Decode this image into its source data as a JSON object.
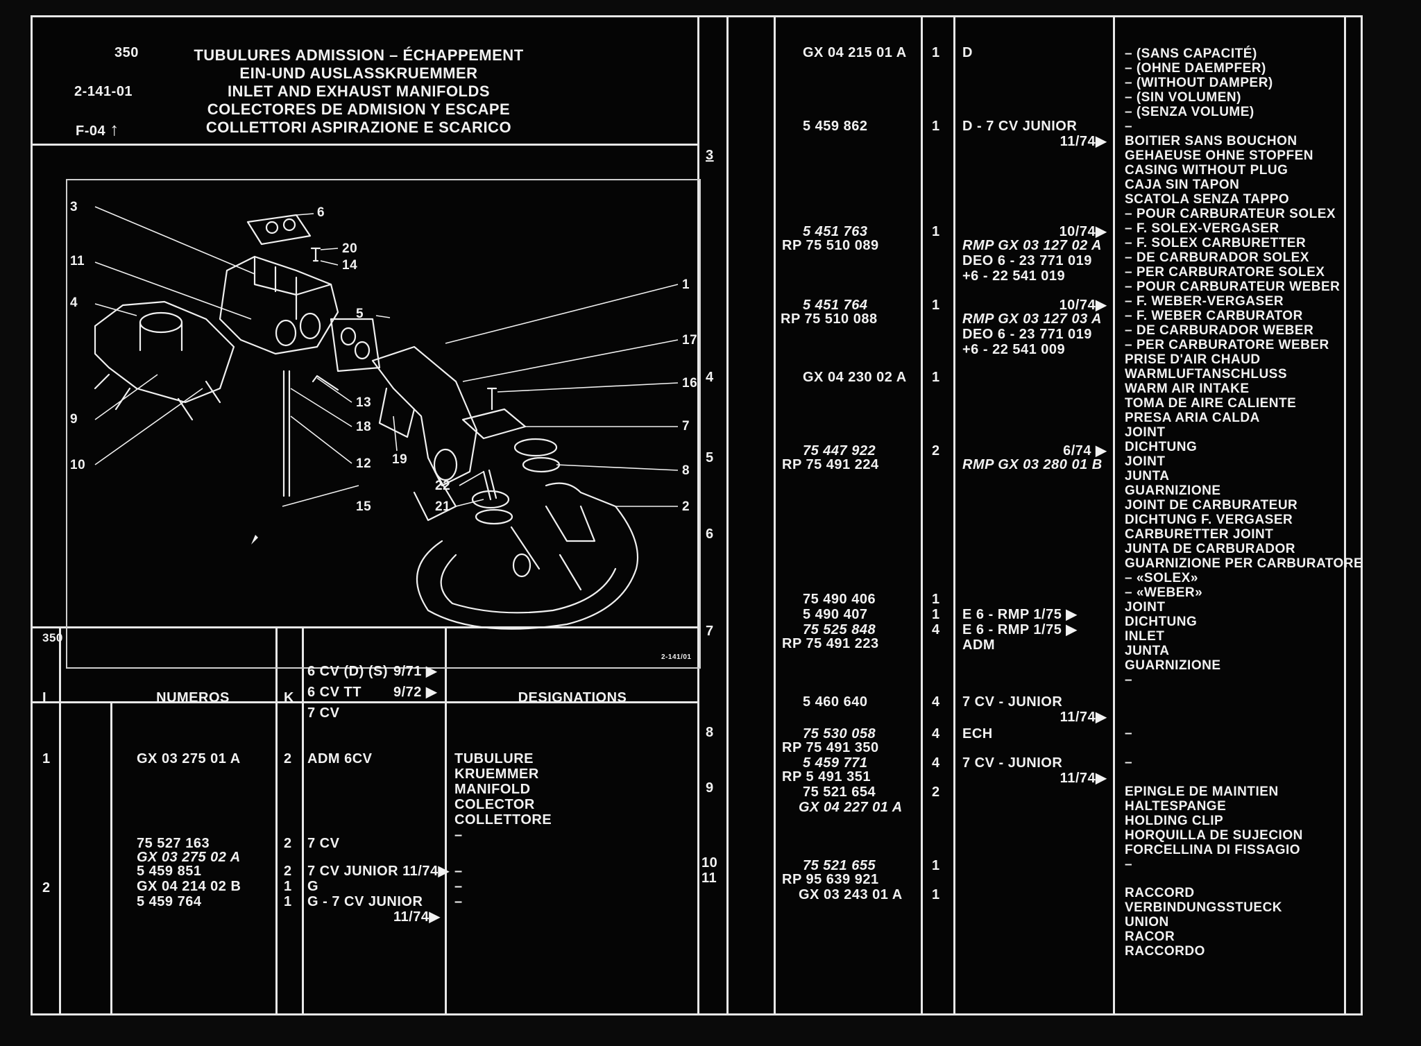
{
  "header": {
    "page_number": "350",
    "ref": "2-141-01",
    "fig": "F-04",
    "fig_arrow": "↑",
    "titles": [
      "TUBULURES ADMISSION – ÉCHAPPEMENT",
      "EIN-UND AUSLASSKRUEMMER",
      "INLET AND EXHAUST MANIFOLDS",
      "COLECTORES DE ADMISION Y ESCAPE",
      "COLLETTORI ASPIRAZIONE E SCARICO"
    ]
  },
  "diagram": {
    "footer_left": "350",
    "footer_ref": "2-141/01",
    "callouts": [
      "3",
      "6",
      "20",
      "11",
      "14",
      "4",
      "5",
      "1",
      "17",
      "16",
      "13",
      "18",
      "9",
      "7",
      "12",
      "10",
      "19",
      "8",
      "22",
      "15",
      "21",
      "2"
    ]
  },
  "table_header": {
    "col_i": "I",
    "col_numeros": "NUMEROS",
    "col_k": "K",
    "variants": [
      "6 CV (D) (S)",
      "6 CV TT",
      "7 CV"
    ],
    "variant_dates": [
      "9/71 ▶",
      "9/72 ▶",
      ""
    ],
    "col_designations": "DESIGNATIONS"
  },
  "left_rows": {
    "item_1": "1",
    "item_2": "2",
    "numbers": [
      "GX 03 275 01 A",
      "",
      "",
      "",
      "",
      "75 527 163",
      "GX 03 275 02 A",
      "5 459 851",
      "GX 04 214 02 B",
      "5 459 764"
    ],
    "qty": [
      "2",
      "2",
      "2",
      "1",
      "1"
    ],
    "models": [
      "ADM 6CV",
      "7 CV",
      "7 CV JUNIOR   11/74▶",
      "G",
      "G - 7 CV JUNIOR",
      "11/74▶"
    ],
    "designations": [
      "TUBULURE",
      "KRUEMMER",
      "MANIFOLD",
      "COLECTOR",
      "COLLETTORE",
      "–",
      "–",
      "–",
      "–"
    ]
  },
  "right": {
    "items": [
      {
        "label": "3",
        "underline": true
      },
      {
        "label": "4"
      },
      {
        "label": "5"
      },
      {
        "label": "6"
      },
      {
        "label": "7"
      },
      {
        "label": "8"
      },
      {
        "label": "9"
      },
      {
        "label": "10"
      },
      {
        "label": "11"
      }
    ],
    "numbers": [
      {
        "text": "GX 04 215 01 A",
        "italic": false
      },
      {
        "text": "5 459 862",
        "italic": false
      },
      {
        "text": "5 451 763",
        "italic": true
      },
      {
        "text": "RP 75 510 089",
        "italic": false
      },
      {
        "text": "5 451 764",
        "italic": true
      },
      {
        "text": "RP 75 510 088",
        "italic": false
      },
      {
        "text": "GX 04 230 02 A",
        "italic": false
      },
      {
        "text": "75 447 922",
        "italic": true
      },
      {
        "text": "RP 75 491 224",
        "italic": false
      },
      {
        "text": "75 490 406",
        "italic": false
      },
      {
        "text": "5 490 407",
        "italic": false
      },
      {
        "text": "75 525 848",
        "italic": true
      },
      {
        "text": "RP 75 491 223",
        "italic": false
      },
      {
        "text": "5 460 640",
        "italic": false
      },
      {
        "text": "75 530 058",
        "italic": true
      },
      {
        "text": "RP 75 491 350",
        "italic": false
      },
      {
        "text": "5 459 771",
        "italic": true
      },
      {
        "text": "RP 5 491 351",
        "italic": false
      },
      {
        "text": "75 521 654",
        "italic": false
      },
      {
        "text": "GX 04 227 01 A",
        "italic": true
      },
      {
        "text": "75 521 655",
        "italic": true
      },
      {
        "text": "RP 95 639 921",
        "italic": false
      },
      {
        "text": "GX 03 243 01 A",
        "italic": false
      }
    ],
    "qty": [
      "1",
      "1",
      "1",
      "1",
      "1",
      "2",
      "1",
      "1",
      "4",
      "4",
      "4",
      "4",
      "2",
      "1",
      "1"
    ],
    "models": [
      "D",
      "D - 7 CV  JUNIOR",
      "11/74▶",
      "10/74▶",
      "RMP GX 03 127 02 A",
      "DEO 6 - 23 771 019",
      "+6 - 22 541 019",
      "10/74▶",
      "RMP GX 03 127 03 A",
      "DEO 6 - 23 771 019",
      "+6 - 22 541 009",
      "6/74 ▶",
      "RMP GX 03 280 01 B",
      "E 6 - RMP     1/75 ▶",
      "E 6 - RMP     1/75 ▶",
      "ADM",
      "7 CV - JUNIOR",
      "11/74▶",
      "ECH",
      "7 CV - JUNIOR",
      "11/74▶"
    ],
    "designations": [
      "– (SANS CAPACITÉ)",
      "– (OHNE DAEMPFER)",
      "– (WITHOUT DAMPER)",
      "– (SIN VOLUMEN)",
      "– (SENZA VOLUME)",
      "–",
      "BOITIER SANS BOUCHON",
      "GEHAEUSE OHNE STOPFEN",
      "CASING WITHOUT PLUG",
      "CAJA SIN TAPON",
      "SCATOLA SENZA TAPPO",
      "– POUR CARBURATEUR SOLEX",
      "– F. SOLEX-VERGASER",
      "– F. SOLEX CARBURETTER",
      "– DE CARBURADOR SOLEX",
      "– PER CARBURATORE SOLEX",
      "– POUR CARBURATEUR WEBER",
      "– F. WEBER-VERGASER",
      "– F. WEBER CARBURATOR",
      "– DE CARBURADOR WEBER",
      "– PER CARBURATORE WEBER",
      "PRISE D'AIR CHAUD",
      "WARMLUFTANSCHLUSS",
      "WARM AIR INTAKE",
      "TOMA DE AIRE CALIENTE",
      "PRESA ARIA CALDA",
      "JOINT",
      "DICHTUNG",
      "JOINT",
      "JUNTA",
      "GUARNIZIONE",
      "JOINT DE CARBURATEUR",
      "DICHTUNG F. VERGASER",
      "CARBURETTER JOINT",
      "JUNTA DE CARBURADOR",
      "GUARNIZIONE PER CARBURATORE",
      "– «SOLEX»",
      "– «WEBER»",
      "JOINT",
      "DICHTUNG",
      "INLET",
      "JUNTA",
      "GUARNIZIONE",
      "–",
      "–",
      "–",
      "EPINGLE DE MAINTIEN",
      "HALTESPANGE",
      "HOLDING CLIP",
      "HORQUILLA DE SUJECION",
      "FORCELLINA DI FISSAGIO",
      "–",
      "RACCORD",
      "VERBINDUNGSSTUECK",
      "UNION",
      "RACOR",
      "RACCORDO"
    ]
  }
}
